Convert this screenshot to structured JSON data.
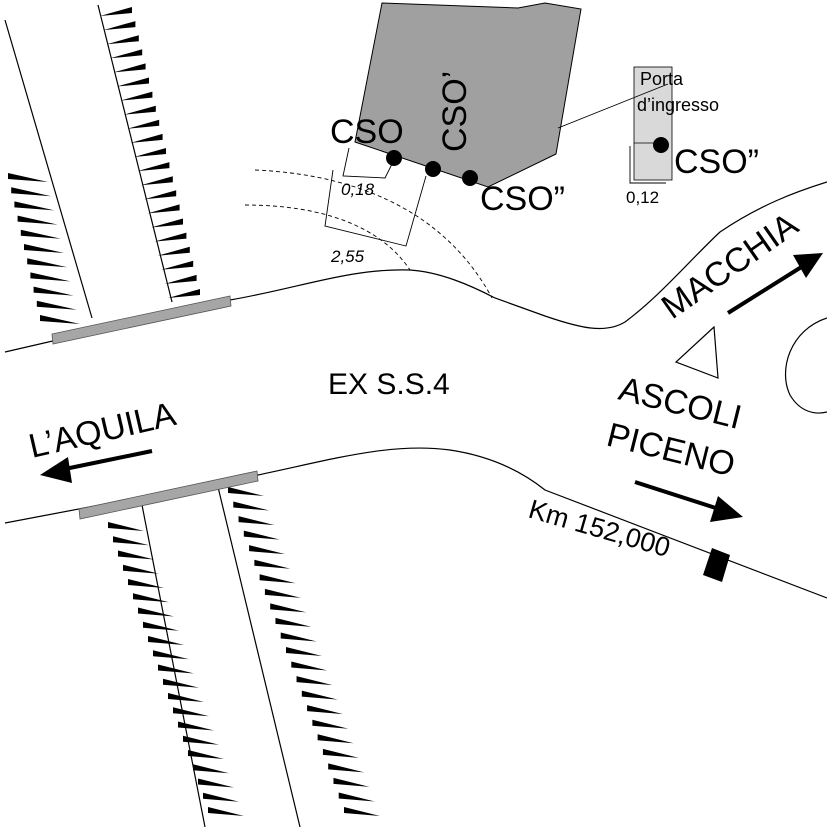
{
  "labels": {
    "cso": "CSO",
    "cso_prime": "CSO’",
    "cso_double_prime": "CSO”",
    "cso_double_prime_detail": "CSO”",
    "road_name": "EX S.S.4",
    "direction_laquila": "L’AQUILA",
    "direction_macchia": "MACCHIA",
    "direction_ascoli_line1": "ASCOLI",
    "direction_ascoli_line2": "PICENO",
    "km_marker": "Km 152,000",
    "door_line1": "Porta",
    "door_line2": "d’ingresso",
    "dim_small": "0,18",
    "dim_large": "2,55",
    "dim_detail": "0,12"
  },
  "colors": {
    "building": "#a0a0a0",
    "detail_box": "#d9d9d9",
    "bridge_rail": "#a6a6a6",
    "line": "#000000"
  },
  "icons": {
    "arrows": "arrow-icon",
    "embankment": "embankment-hatch",
    "triangle": "traffic-island-triangle"
  }
}
